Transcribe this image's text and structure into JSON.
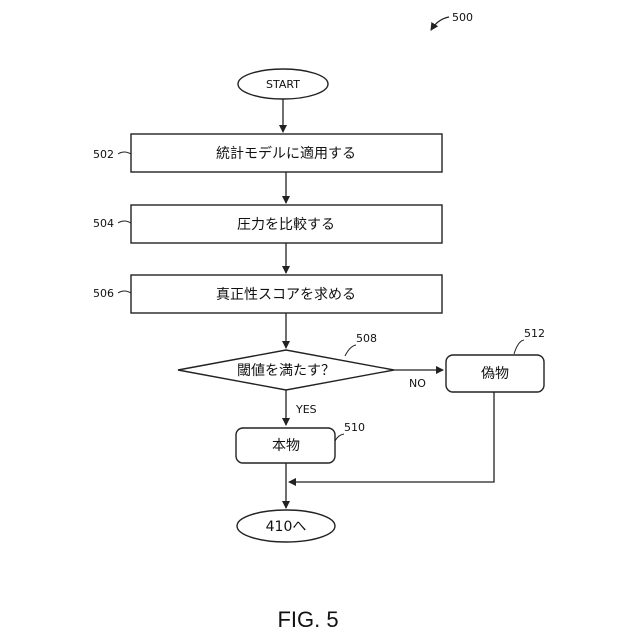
{
  "figure": {
    "ref": "500",
    "caption": "FIG. 5"
  },
  "nodes": {
    "start": {
      "label": "START"
    },
    "step502": {
      "ref": "502",
      "label": "統計モデルに適用する"
    },
    "step504": {
      "ref": "504",
      "label": "圧力を比較する"
    },
    "step506": {
      "ref": "506",
      "label": "真正性スコアを求める"
    },
    "decision508": {
      "ref": "508",
      "label": "閾値を満たす？"
    },
    "authentic510": {
      "ref": "510",
      "label": "本物"
    },
    "fake512": {
      "ref": "512",
      "label": "偽物"
    },
    "end": {
      "label": "410へ"
    }
  },
  "edges": {
    "yes_label": "YES",
    "no_label": "NO"
  }
}
